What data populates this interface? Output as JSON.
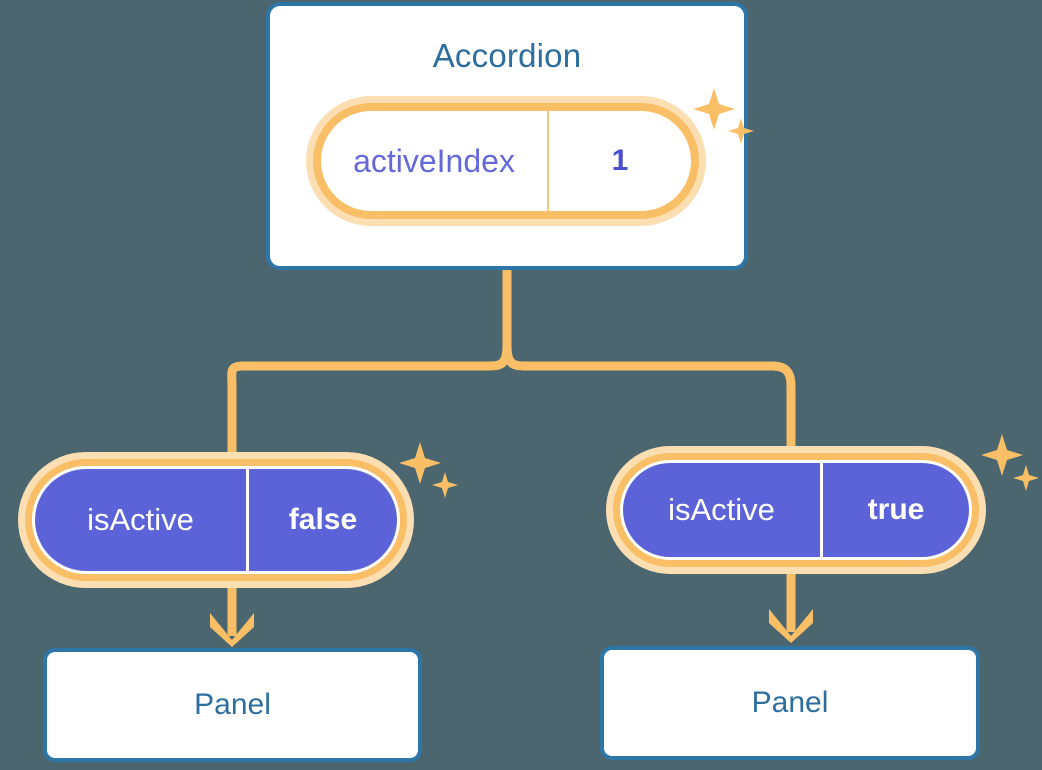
{
  "diagram": {
    "type": "component-tree",
    "background_color": "#4c666f",
    "accent_orange": "#f9bf67",
    "accent_orange_pale": "#fbdfb3",
    "accent_blue": "#2f76a8",
    "accent_purple": "#5c63d9",
    "text_blue": "#2e6e9e",
    "text_indigo": "#6569d8"
  },
  "accordion_card": {
    "title": "Accordion",
    "state_pill": {
      "key": "activeIndex",
      "value": "1"
    },
    "sparkles_icon": "sparkle-icon"
  },
  "children": [
    {
      "prop_pill": {
        "key": "isActive",
        "value": "false"
      },
      "panel": {
        "title": "Panel"
      },
      "arrow_icon": "arrow-down-icon",
      "sparkles_icon": "sparkle-icon"
    },
    {
      "prop_pill": {
        "key": "isActive",
        "value": "true"
      },
      "panel": {
        "title": "Panel"
      },
      "arrow_icon": "arrow-down-icon",
      "sparkles_icon": "sparkle-icon"
    }
  ]
}
